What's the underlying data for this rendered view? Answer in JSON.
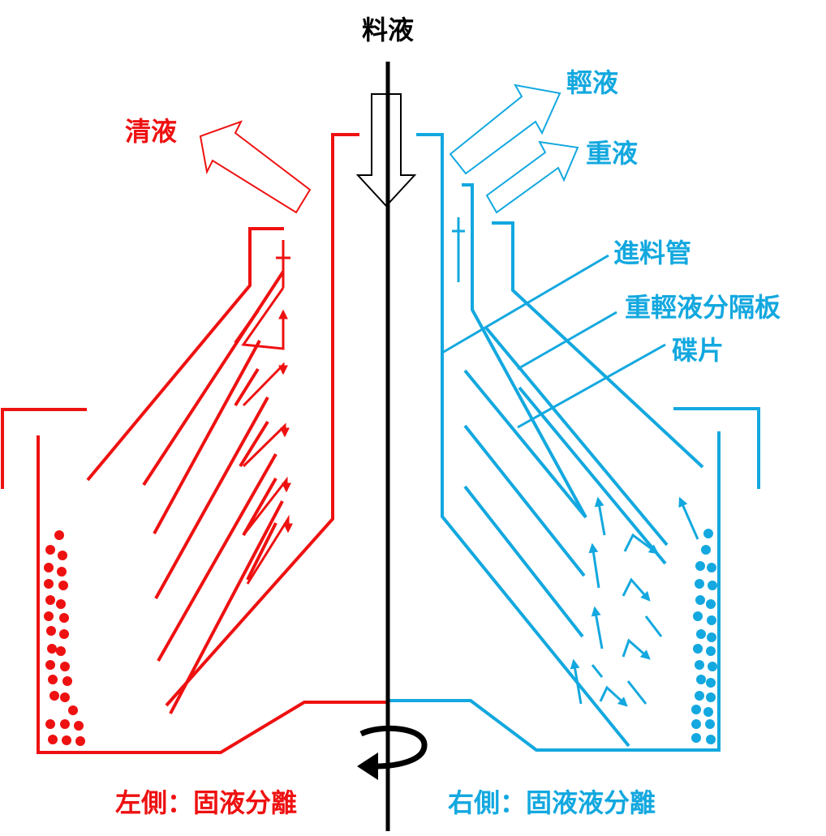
{
  "colors": {
    "left": "#ee1111",
    "right": "#13a8df",
    "axis": "#000000"
  },
  "labels": {
    "feed": "料液",
    "clear_liquid": "清液",
    "light_liquid": "輕液",
    "heavy_liquid": "重液",
    "feed_pipe": "進料管",
    "separator_plate": "重輕液分隔板",
    "discs": "碟片",
    "left_caption": "左側：固液分離",
    "right_caption": "右側：固液液分離"
  }
}
